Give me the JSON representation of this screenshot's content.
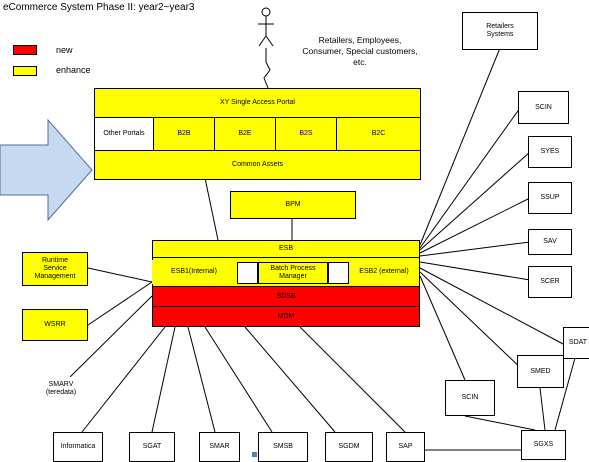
{
  "title": "eCommerce System Phase II: year2~year3",
  "legend": [
    {
      "label": "new",
      "color": "#ff0000"
    },
    {
      "label": "enhance",
      "color": "#ffff00"
    }
  ],
  "users_label": "Retailers, Employees,\nConsumer, Special customers,\netc.",
  "portal": {
    "title": "XY Single Access Portal",
    "other": "Other Portals",
    "cells": [
      "B2B",
      "B2E",
      "B2S",
      "B2C"
    ],
    "common": "Common Assets"
  },
  "bpm": "BPM",
  "esb": {
    "title": "ESB",
    "internal": "ESB1(Internal)",
    "batch": "Batch Process\nManager",
    "external": "ESB2 (external)"
  },
  "sdsb": "SDSB",
  "mdm": "MDM",
  "left": {
    "runtime": "Runtime\nService\nManagement",
    "wsrr": "WSRR",
    "smarv": "SMARV\n(teredata)"
  },
  "right": {
    "retailers": "Retailers\nSystems",
    "scin_top": "SCIN",
    "syes": "SYES",
    "ssup": "SSUP",
    "sav": "SAV",
    "scer": "SCER",
    "sdat": "SDAT",
    "smed": "SMED",
    "scin_bottom": "SCIN",
    "sgxs": "SGXS"
  },
  "bottom": {
    "informatica": "Informatica",
    "sgat": "SGAT",
    "smar": "SMAR",
    "smsb": "SMSB",
    "sgdm": "SGDM",
    "sap": "SAP"
  },
  "colors": {
    "new": "#ff0000",
    "enhance": "#ffff00",
    "arrow_fill": "#c6d9f1",
    "arrow_stroke": "#4f6fa0"
  }
}
